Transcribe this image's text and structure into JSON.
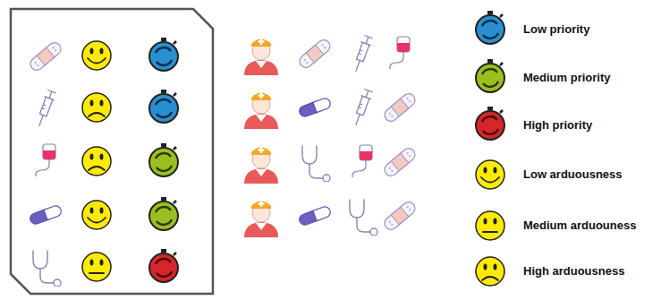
{
  "diagram": {
    "legend": [
      {
        "text": "Low priority"
      },
      {
        "text": "Medium priority"
      },
      {
        "text": "High priority"
      },
      {
        "text": "Low arduousness"
      },
      {
        "text": "Medium arduouness"
      },
      {
        "text": "High arduousness"
      }
    ]
  }
}
